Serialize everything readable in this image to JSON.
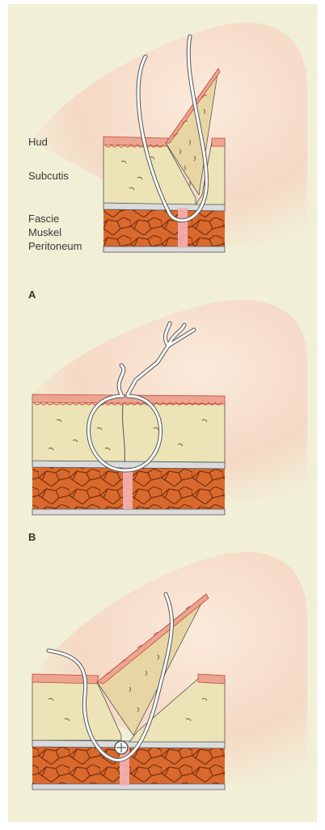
{
  "colors": {
    "background": "#f1efd6",
    "skin_glow": "#f5d9c5",
    "epidermis": "#eda490",
    "subcutis": "#ece3b6",
    "fascia": "#d9dbdd",
    "muscle": "#d9692c",
    "peritoneum_stripe": "#f3b3b5",
    "suture": "#ffffff"
  },
  "labels": {
    "hud": "Hud",
    "subcutis": "Subcutis",
    "fascie": "Fascie",
    "muskel": "Muskel",
    "peritoneum": "Peritoneum"
  },
  "panels": [
    {
      "label": "A"
    },
    {
      "label": "B"
    },
    {
      "label": ""
    }
  ]
}
